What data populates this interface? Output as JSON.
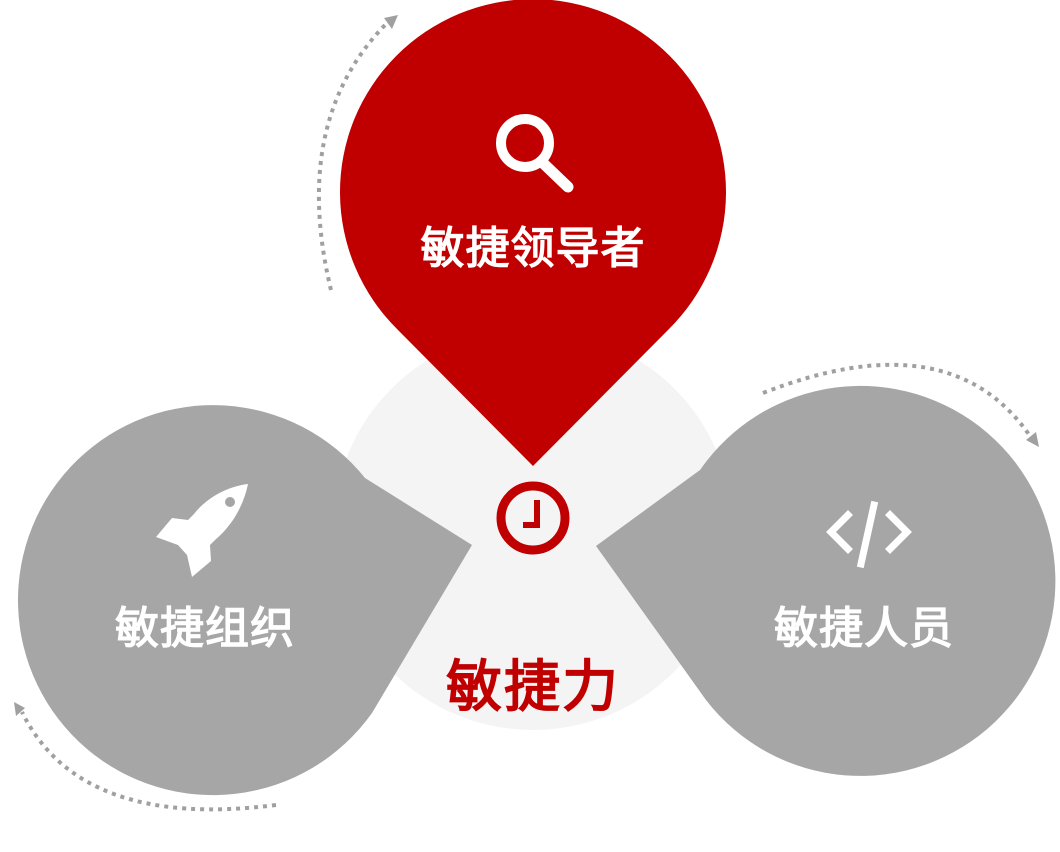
{
  "diagram": {
    "center": {
      "label": "敏捷力",
      "icon": "clock-icon"
    },
    "nodes": [
      {
        "id": "top",
        "label": "敏捷领导者",
        "icon": "search-icon",
        "color": "#c00000"
      },
      {
        "id": "left",
        "label": "敏捷组织",
        "icon": "rocket-icon",
        "color": "#a6a6a6"
      },
      {
        "id": "right",
        "label": "敏捷人员",
        "icon": "code-icon",
        "color": "#a6a6a6"
      }
    ],
    "colors": {
      "accent": "#c00000",
      "node_grey": "#a6a6a6",
      "center_bg": "#f4f4f4",
      "arrow_grey": "#a0a0a0",
      "text_on_node": "#ffffff"
    }
  }
}
